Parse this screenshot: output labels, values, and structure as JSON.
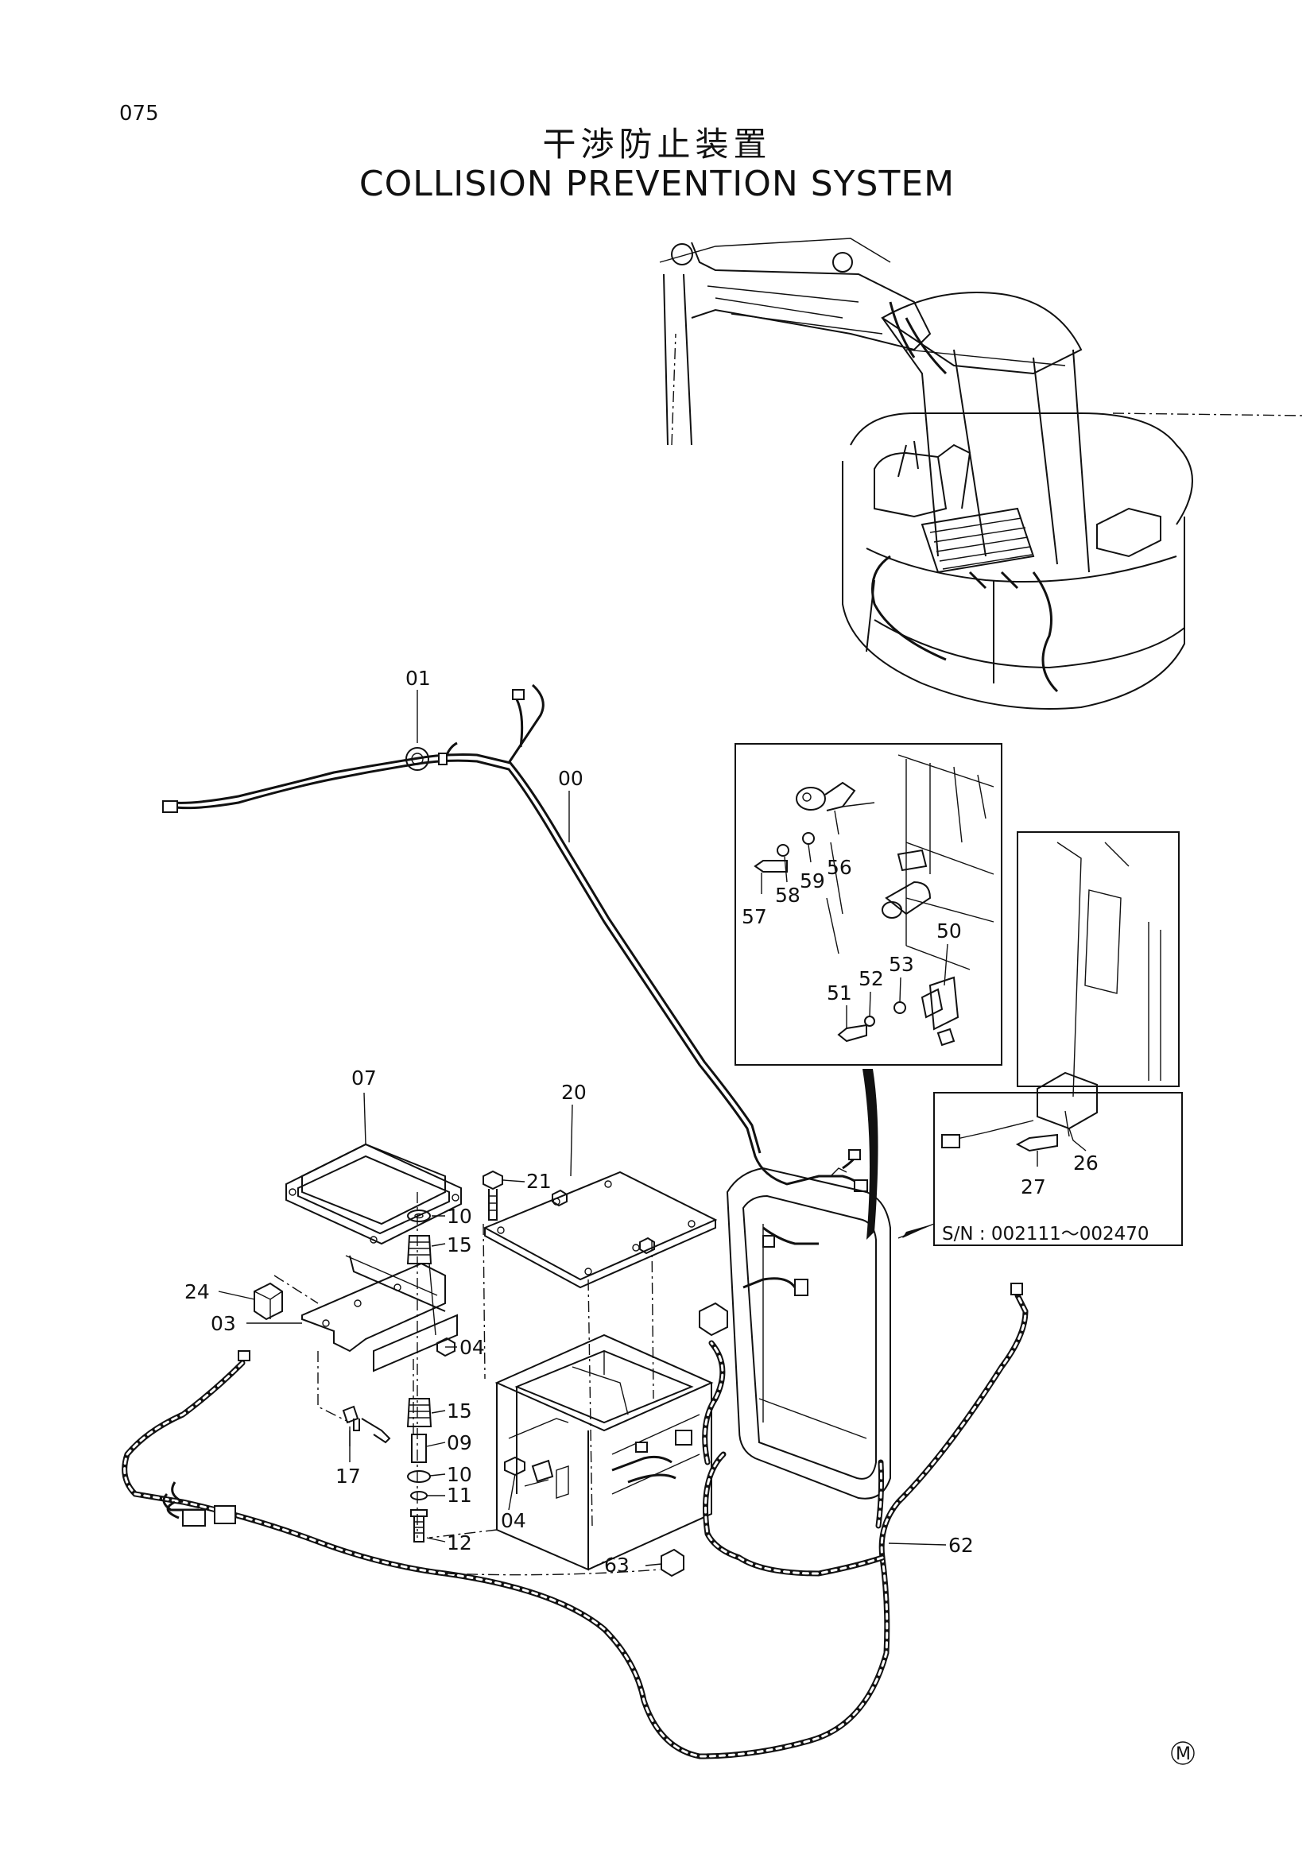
{
  "page": {
    "number": "075"
  },
  "title": {
    "japanese": "干渉防止装置",
    "english": "COLLISION PREVENTION SYSTEM"
  },
  "callouts": {
    "c00": "00",
    "c01": "01",
    "c03": "03",
    "c04a": "04",
    "c04b": "04",
    "c07": "07",
    "c09": "09",
    "c10a": "10",
    "c10b": "10",
    "c11": "11",
    "c12": "12",
    "c15a": "15",
    "c15b": "15",
    "c17": "17",
    "c20": "20",
    "c21": "21",
    "c24": "24",
    "c26": "26",
    "c27": "27",
    "c50": "50",
    "c51": "51",
    "c52": "52",
    "c53": "53",
    "c56": "56",
    "c57": "57",
    "c58": "58",
    "c59": "59",
    "c62": "62",
    "c63": "63"
  },
  "serial_note": "S/N : 002111～002470",
  "corner_mark": "M"
}
